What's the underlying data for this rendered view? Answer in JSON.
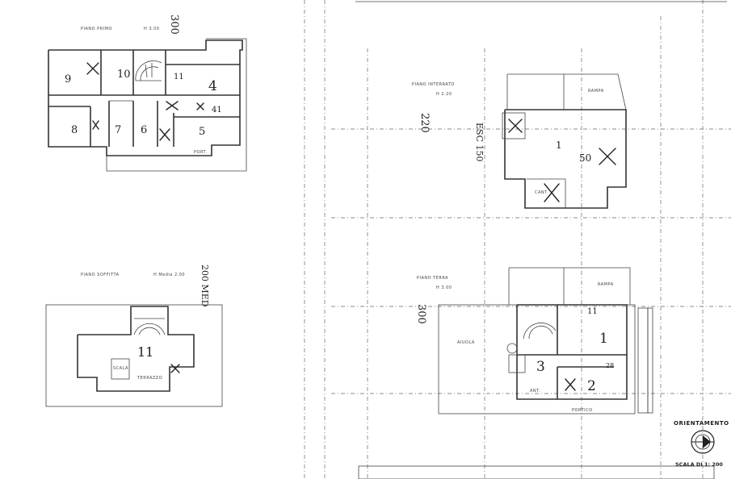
{
  "plans": {
    "primo": {
      "label": "PIANO PRIMO",
      "height": "H 3.00",
      "scale_note": "300"
    },
    "soffitta": {
      "label": "PIANO SOFFITTA",
      "height": "H Media 2.00",
      "scale_note": "200 MED"
    },
    "interrato": {
      "label": "PIANO INTERRATO",
      "height": "H 2.20",
      "scale_note": "220"
    },
    "terra": {
      "label": "PIANO TERRA",
      "height": "H 3.00",
      "scale_note": "300"
    }
  },
  "room_numbers": {
    "primo": [
      "9",
      "10",
      "11",
      "4",
      "8",
      "7",
      "6",
      "5",
      "41"
    ],
    "soffitta": [
      "11"
    ],
    "interrato": [
      "1",
      "50"
    ],
    "terra": [
      "11",
      "1",
      "3",
      "2",
      "28"
    ]
  },
  "annotations": {
    "primo_small": [
      "PORT."
    ],
    "soffitta_small": [
      "TERRAZZO",
      "SCALA"
    ],
    "interrato_small": [
      "RAMPA",
      "CANT.",
      "ESC 150"
    ],
    "terra_small": [
      "RAMPA",
      "AIUOLA",
      "PORTICO",
      "ANT."
    ]
  },
  "legend": {
    "orientation": "ORIENTAMENTO",
    "scale": "SCALA DI 1: 200"
  }
}
